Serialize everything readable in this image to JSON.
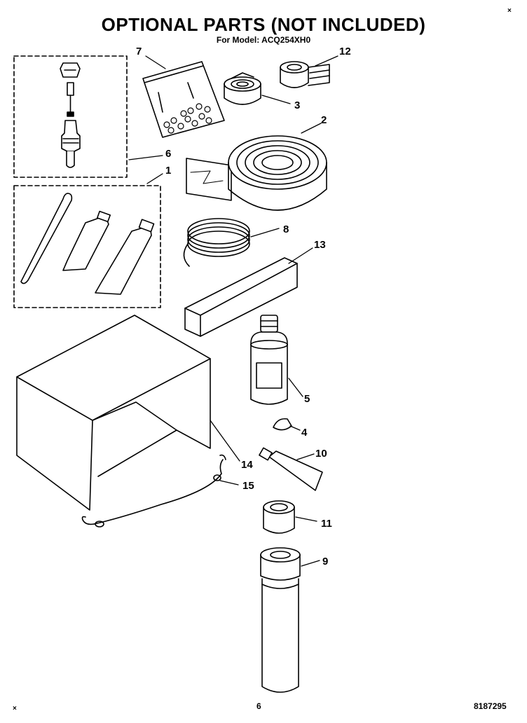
{
  "header": {
    "title": "OPTIONAL PARTS (NOT INCLUDED)",
    "subtitle": "For Model: ACQ254XH0"
  },
  "footer": {
    "page_number": "6",
    "document_number": "8187295",
    "corner_mark_top": "×",
    "corner_mark_bottom": "×"
  },
  "callouts": {
    "c1": "1",
    "c2": "2",
    "c3": "3",
    "c4": "4",
    "c5": "5",
    "c6": "6",
    "c7": "7",
    "c8": "8",
    "c9": "9",
    "c10": "10",
    "c11": "11",
    "c12": "12",
    "c13": "13",
    "c14": "14",
    "c15": "15"
  }
}
